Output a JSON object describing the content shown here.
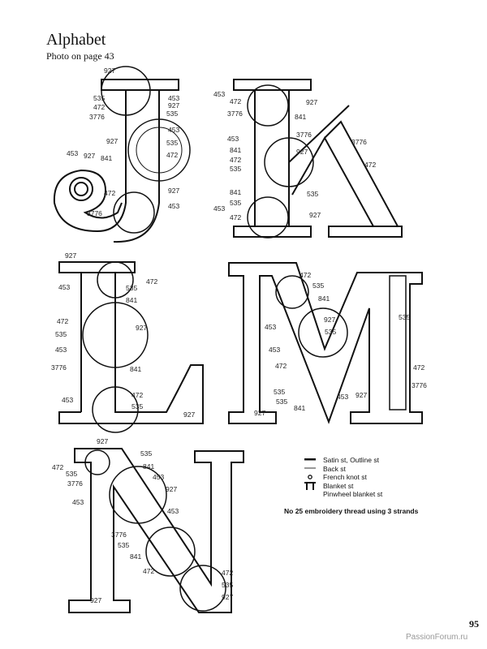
{
  "header": {
    "title": "Alphabet",
    "subtitle": "Photo on page 43"
  },
  "letters": {
    "J": [
      "927",
      "535",
      "472",
      "3776",
      "453",
      "927",
      "535",
      "927",
      "453",
      "535",
      "472",
      "453",
      "927",
      "841",
      "472",
      "927",
      "453",
      "3776"
    ],
    "K": [
      "453",
      "472",
      "3776",
      "927",
      "841",
      "453",
      "3776",
      "841",
      "472",
      "535",
      "927",
      "3776",
      "472",
      "535",
      "841",
      "535",
      "453",
      "472",
      "927"
    ],
    "L": [
      "927",
      "453",
      "472",
      "535",
      "841",
      "472",
      "927",
      "535",
      "453",
      "3776",
      "841",
      "453",
      "472",
      "535",
      "927"
    ],
    "M": [
      "472",
      "535",
      "841",
      "453",
      "927",
      "535",
      "453",
      "472",
      "535",
      "453",
      "927",
      "535",
      "841",
      "927",
      "535",
      "472",
      "3776"
    ],
    "N": [
      "927",
      "472",
      "535",
      "3776",
      "535",
      "841",
      "453",
      "927",
      "453",
      "3776",
      "535",
      "453",
      "841",
      "472",
      "472",
      "535",
      "927",
      "927"
    ]
  },
  "legend": {
    "items": [
      {
        "label": "Satin st, Outline st",
        "icon": "solid-line-icon"
      },
      {
        "label": "Back st",
        "icon": "gray-line-icon"
      },
      {
        "label": "French knot st",
        "icon": "dot-icon"
      },
      {
        "label": "Blanket st",
        "icon": "blanket-icon"
      },
      {
        "label": "Pinwheel blanket st",
        "icon": ""
      }
    ],
    "note": "No 25 embroidery thread using 3 strands"
  },
  "page_number": "95",
  "watermark": "PassionForum.ru"
}
